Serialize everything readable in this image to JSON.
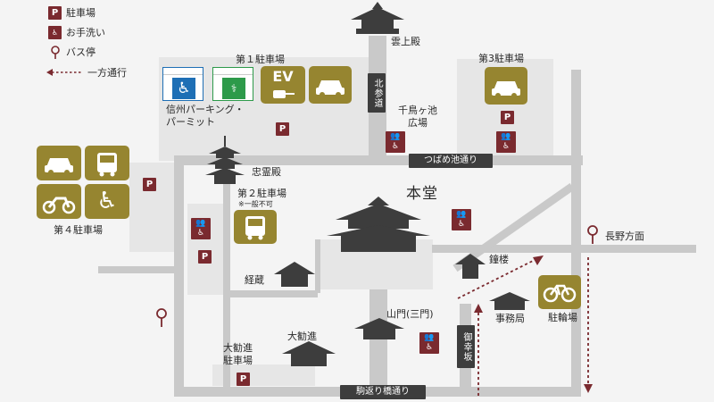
{
  "legend": {
    "parking_symbol": "P",
    "parking": "駐車場",
    "toilet": "お手洗い",
    "bus_stop": "バス停",
    "one_way": "一方通行"
  },
  "places": {
    "unjoden": "雲上殿",
    "parking1": "第１駐車場",
    "shinshu_parking": "信州パーキング・\nパーミット",
    "ev": "EV",
    "parking3": "第3駐車場",
    "chidori_pond": "千鳥ヶ池\n広場",
    "kita_sando": "北参道",
    "tsubame_street": "つばめ池通り",
    "chureiden": "忠霊殿",
    "parking2": "第２駐車場",
    "parking2_note": "※一般不可",
    "parking4": "第４駐車場",
    "hondo": "本堂",
    "nagano": "長野方面",
    "shoro": "鐘楼",
    "kyozo": "経蔵",
    "sanmon": "山門(三門)",
    "jimukyoku": "事務局",
    "bicycle_parking": "駐輪場",
    "gokozaka": "御幸坂",
    "daikanjin": "大勧進",
    "daikanjin_parking": "大勧進\n駐車場",
    "komagaeri_street": "駒返り橋通り"
  },
  "colors": {
    "accent_red": "#7a2a2f",
    "gold": "#968530",
    "road": "#c9c9c9",
    "building": "#3d3d3d",
    "parking_area": "#e6e6e6"
  },
  "icons": {
    "parking": "parking-icon",
    "toilet": "toilet-icon",
    "bus_stop": "bus-stop-icon",
    "one_way": "one-way-arrow-icon",
    "car": "car-icon",
    "bus": "bus-icon",
    "motorcycle": "motorcycle-icon",
    "wheelchair": "wheelchair-icon",
    "bicycle": "bicycle-icon",
    "ev_charger": "ev-charger-icon",
    "temple": "temple-icon",
    "pagoda": "pagoda-icon"
  }
}
